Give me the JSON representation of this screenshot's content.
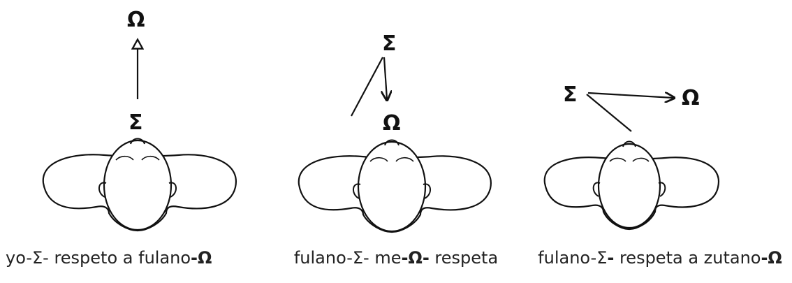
{
  "panels": [
    {
      "caption": {
        "a": "yo-Σ- respeto a fulano",
        "b": "-Ω",
        "c": ""
      },
      "sigma": "Σ",
      "omega": "Ω"
    },
    {
      "caption": {
        "a": "fulano-Σ- me",
        "b": "-Ω-",
        "c": " respeta"
      },
      "sigma": "Σ",
      "omega": "Ω"
    },
    {
      "caption": {
        "a": "fulano-Σ",
        "b": "-",
        "c": " respeta a zutano",
        "d": "-Ω"
      },
      "sigma": "Σ",
      "omega": "Ω"
    }
  ]
}
